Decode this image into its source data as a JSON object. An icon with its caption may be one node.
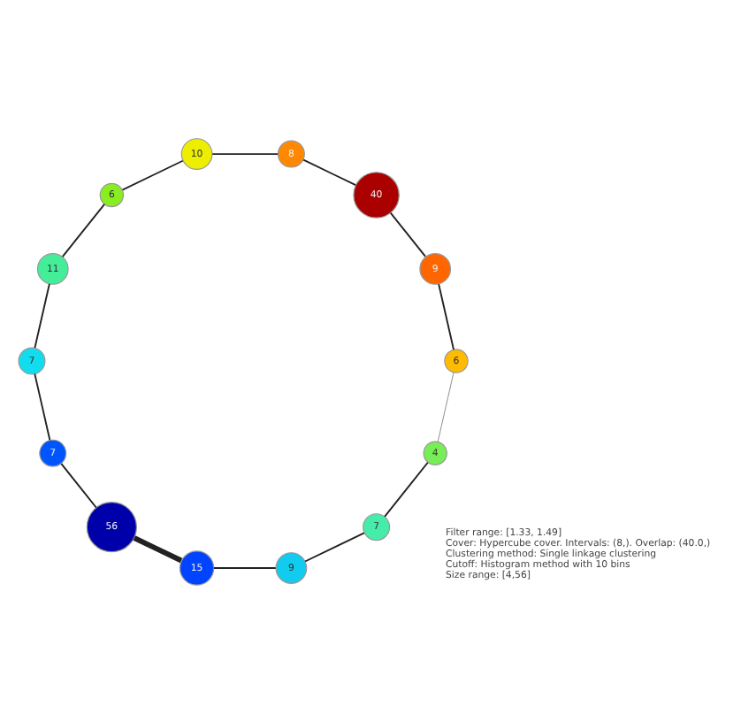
{
  "diagram": {
    "nodes": [
      {
        "text": [
          "4"
        ]
      },
      {
        "text": [
          "7"
        ]
      },
      {
        "text": [
          "9"
        ]
      },
      {
        "text": [
          "15"
        ]
      },
      {
        "text": [
          "56"
        ]
      },
      {
        "text": [
          "7"
        ]
      },
      {
        "text": [
          "7"
        ]
      },
      {
        "text": [
          "11"
        ]
      },
      {
        "text": [
          "6"
        ]
      },
      {
        "text": [
          "10"
        ]
      },
      {
        "text": [
          "8"
        ]
      },
      {
        "text": [
          "40"
        ]
      },
      {
        "text": [
          "9"
        ]
      },
      {
        "text": [
          "6"
        ]
      }
    ],
    "edges": [
      {
        "from": 0,
        "to": 1,
        "arrow": "none"
      },
      {
        "from": 1,
        "to": 2,
        "arrow": "none"
      },
      {
        "from": 2,
        "to": 3,
        "arrow": "none"
      },
      {
        "from": 3,
        "to": 4,
        "arrow": "none",
        "style": "thick"
      },
      {
        "from": 4,
        "to": 5,
        "arrow": "none"
      },
      {
        "from": 5,
        "to": 6,
        "arrow": "none"
      },
      {
        "from": 6,
        "to": 7,
        "arrow": "none"
      },
      {
        "from": 7,
        "to": 8,
        "arrow": "none"
      },
      {
        "from": 8,
        "to": 9,
        "arrow": "none"
      },
      {
        "from": 9,
        "to": 10,
        "arrow": "none"
      },
      {
        "from": 10,
        "to": 11,
        "arrow": "none"
      },
      {
        "from": 11,
        "to": 12,
        "arrow": "none"
      },
      {
        "from": 12,
        "to": 13,
        "arrow": "none"
      },
      {
        "from": 13,
        "to": 0,
        "arrow": "none",
        "color": "#888888"
      }
    ],
    "labels": [
      "Filter range: [1.33, 1.49]",
      "Cover: Hypercube cover. Intervals: (8,). Overlap: (40.0,)",
      "Clustering method: Single linkage clustering",
      "Cutoff: Histogram method with 10 bins",
      "Size range: [4,56]"
    ]
  }
}
